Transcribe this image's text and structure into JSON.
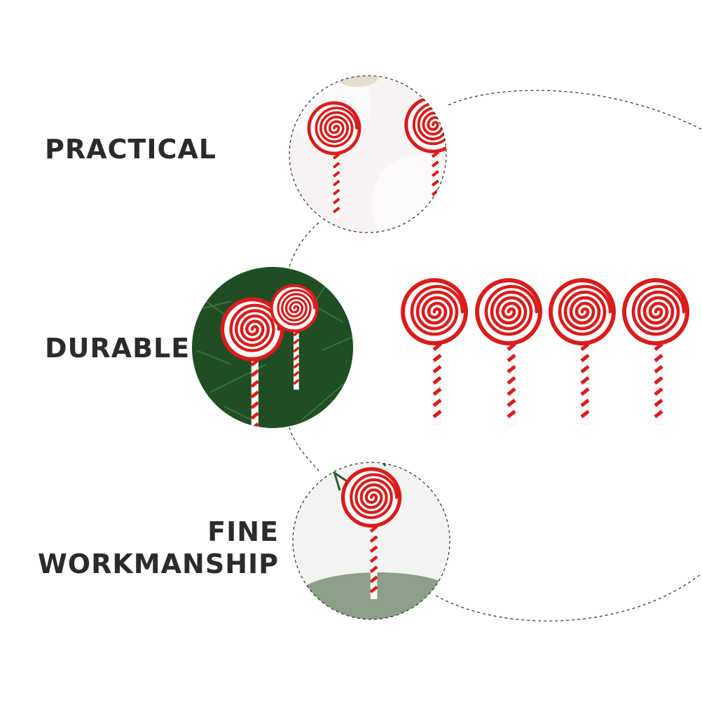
{
  "features": {
    "practical": "PRACTICAL",
    "durable": "DURABLE",
    "fine_line1": "FINE",
    "fine_line2": "WORKMANSHIP"
  },
  "product": {
    "name": "lollipop-ornament",
    "count": 4,
    "colors": {
      "swirl": "#d91c1c",
      "accent": "#ffffff",
      "tree": "#1f4d24",
      "snow": "#f6f3f2"
    }
  }
}
